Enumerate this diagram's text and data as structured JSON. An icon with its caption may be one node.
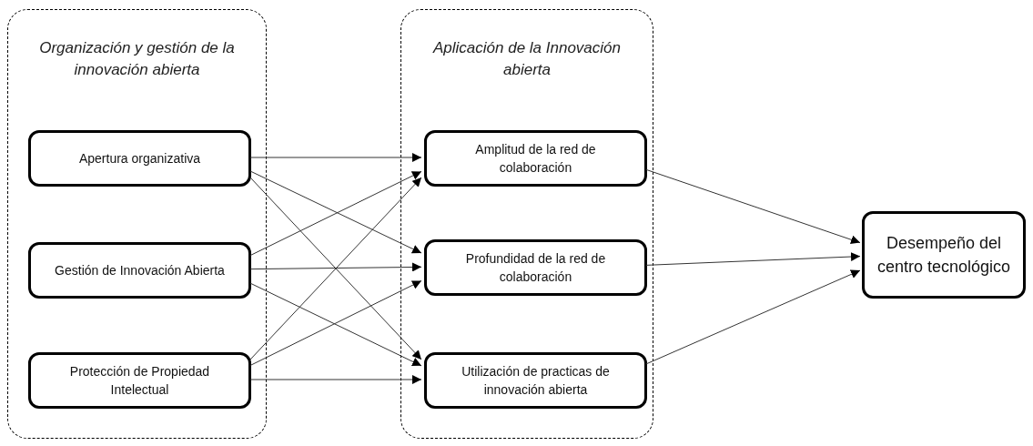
{
  "diagram": {
    "nodes": [
      {
        "text": [
          "Organización y gestión de la innovación abierta"
        ]
      },
      {
        "text": [
          "Aplicación de la Innovación abierta"
        ]
      },
      {
        "text": [
          "Apertura organizativa"
        ],
        "in": 0
      },
      {
        "text": [
          "Gestión de Innovación Abierta"
        ],
        "in": 0
      },
      {
        "text": [
          "Protección de Propiedad Intelectual"
        ],
        "in": 0
      },
      {
        "text": [
          "Amplitud de la red de colaboración"
        ],
        "in": 1
      },
      {
        "text": [
          "Profundidad de la red de colaboración"
        ],
        "in": 1
      },
      {
        "text": [
          "Utilización de practicas de innovación abierta"
        ],
        "in": 1
      },
      {
        "text": [
          "Desempeño del centro tecnológico"
        ]
      }
    ],
    "edges": [
      {
        "from": 2,
        "to": 5,
        "arrow": "to"
      },
      {
        "from": 2,
        "to": 6,
        "arrow": "to"
      },
      {
        "from": 2,
        "to": 7,
        "arrow": "to"
      },
      {
        "from": 3,
        "to": 5,
        "arrow": "to"
      },
      {
        "from": 3,
        "to": 6,
        "arrow": "to"
      },
      {
        "from": 3,
        "to": 7,
        "arrow": "to"
      },
      {
        "from": 4,
        "to": 5,
        "arrow": "to"
      },
      {
        "from": 4,
        "to": 6,
        "arrow": "to"
      },
      {
        "from": 4,
        "to": 7,
        "arrow": "to"
      },
      {
        "from": 5,
        "to": 8,
        "arrow": "to"
      },
      {
        "from": 6,
        "to": 8,
        "arrow": "to"
      },
      {
        "from": 7,
        "to": 8,
        "arrow": "to"
      }
    ]
  }
}
